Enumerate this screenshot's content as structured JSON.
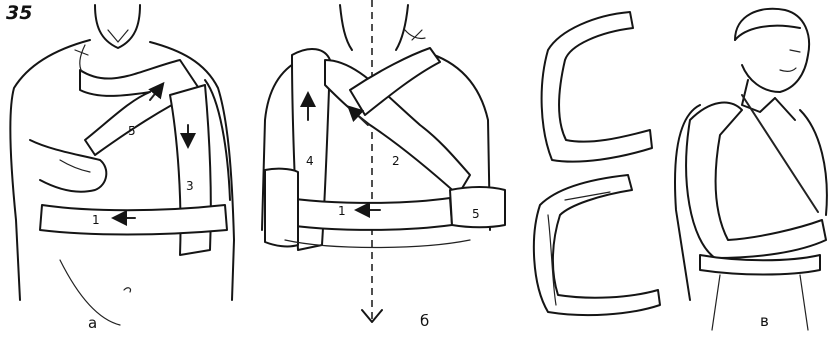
{
  "figure_number": "35",
  "panels": [
    {
      "label": "а",
      "numbers": [
        "1",
        "3",
        "5"
      ]
    },
    {
      "label": "б",
      "numbers": [
        "1",
        "2",
        "4",
        "5"
      ]
    },
    {
      "label": "в",
      "numbers": []
    }
  ],
  "colors": {
    "ink": "#151515",
    "paper": "#ffffff"
  }
}
